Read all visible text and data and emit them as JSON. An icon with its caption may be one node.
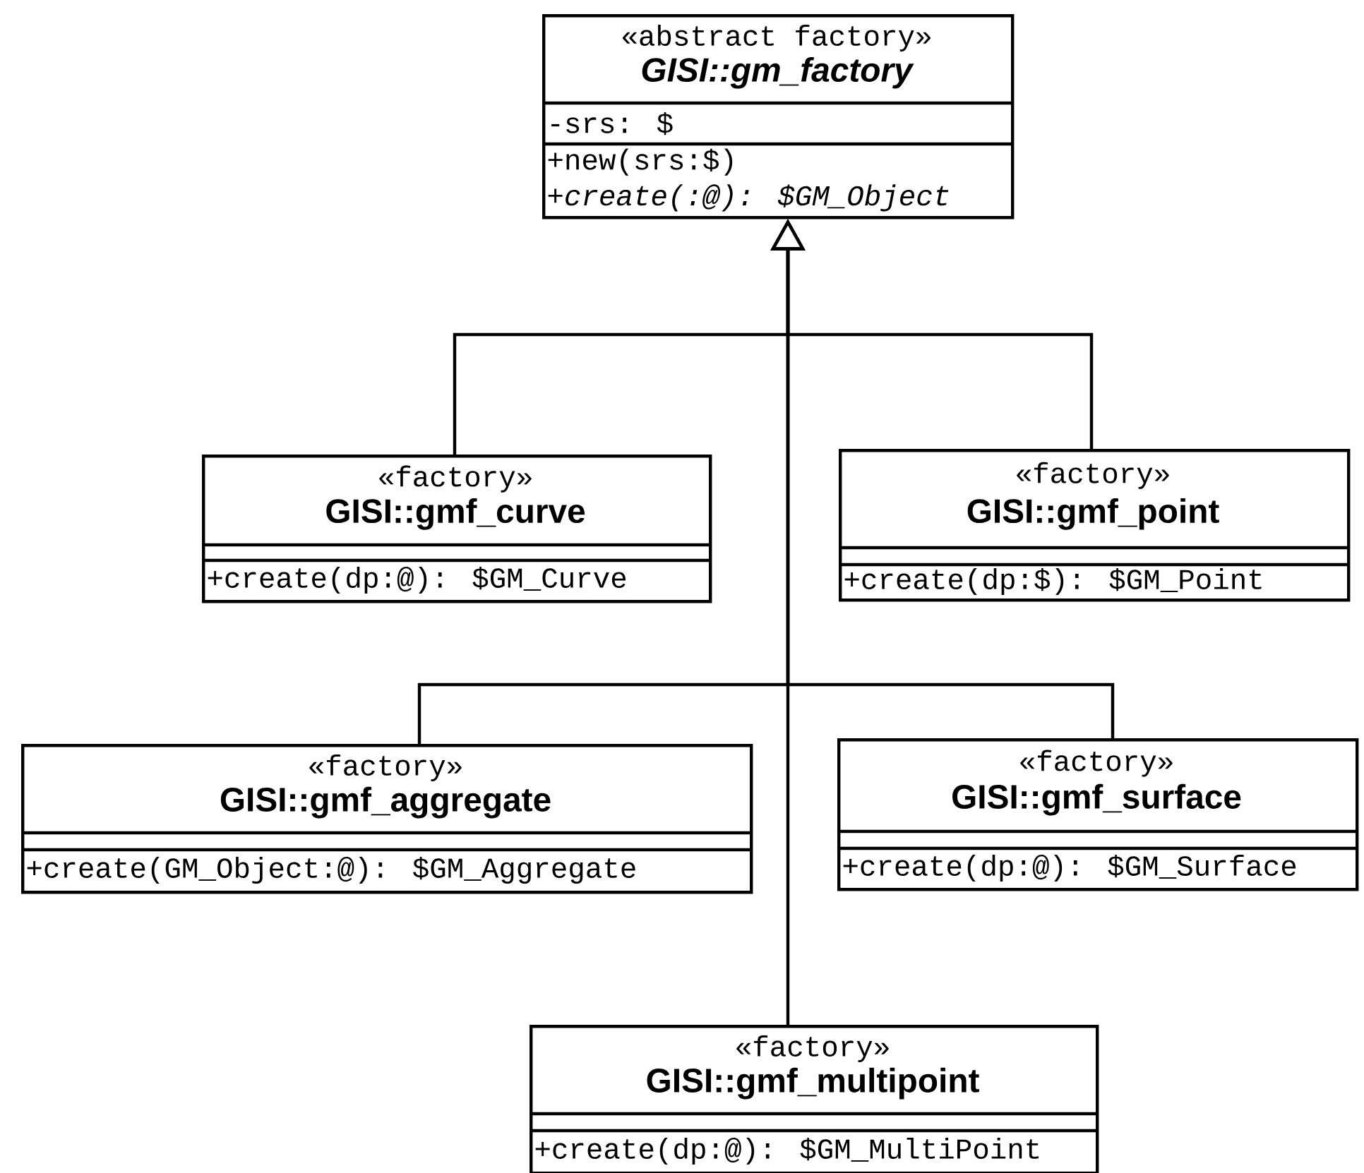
{
  "diagram": {
    "nodes": [
      {
        "text": [
          "«abstract factory»",
          "GISI::gm_factory",
          "-srs: $",
          "+new(srs:$)",
          "+create(:@): $GM_Object"
        ]
      },
      {
        "text": [
          "«factory»",
          "GISI::gmf_curve",
          "+create(dp:@): $GM_Curve"
        ]
      },
      {
        "text": [
          "«factory»",
          "GISI::gmf_point",
          "+create(dp:$): $GM_Point"
        ]
      },
      {
        "text": [
          "«factory»",
          "GISI::gmf_aggregate",
          "+create(GM_Object:@): $GM_Aggregate"
        ]
      },
      {
        "text": [
          "«factory»",
          "GISI::gmf_surface",
          "+create(dp:@): $GM_Surface"
        ]
      },
      {
        "text": [
          "«factory»",
          "GISI::gmf_multipoint",
          "+create(dp:@): $GM_MultiPoint"
        ]
      }
    ],
    "edges": [
      {
        "from": 1,
        "to": 0,
        "arrow": "to"
      },
      {
        "from": 2,
        "to": 0,
        "arrow": "to"
      },
      {
        "from": 3,
        "to": 0,
        "arrow": "to"
      },
      {
        "from": 4,
        "to": 0,
        "arrow": "to"
      },
      {
        "from": 5,
        "to": 0,
        "arrow": "to"
      }
    ]
  }
}
